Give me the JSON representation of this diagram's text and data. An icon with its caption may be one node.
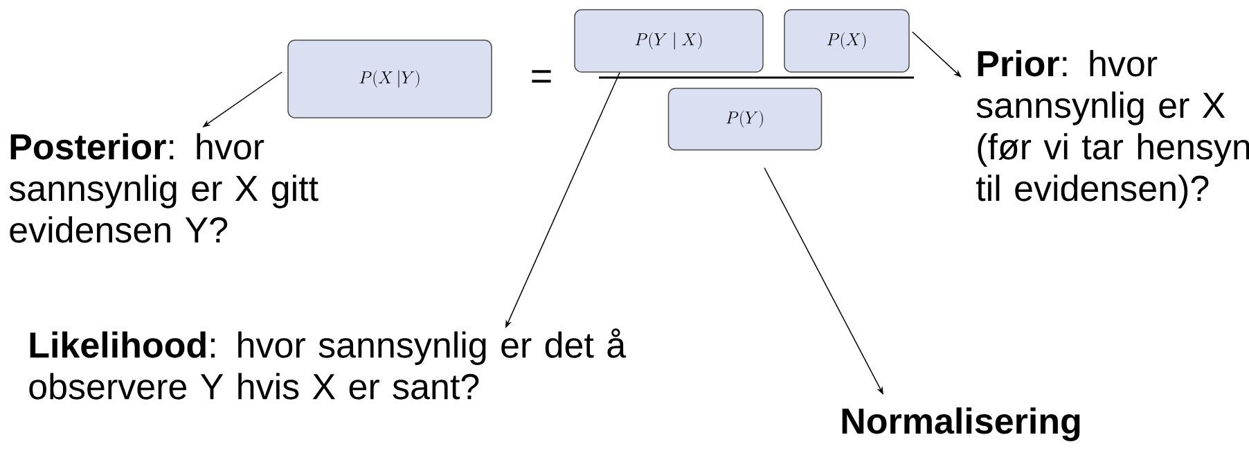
{
  "diagram": {
    "nodes": [
      {
        "text": [
          "P(X\\,|Y)"
        ]
      },
      {
        "text": [
          "P(Y\\mid X)"
        ]
      },
      {
        "text": [
          "P(X)"
        ]
      },
      {
        "text": [
          "P(Y)"
        ]
      },
      {
        "text": [
          "**Posterior**: hvor sannsynlig er X gitt evidensen Y?"
        ]
      },
      {
        "text": [
          "**Prior**: hvor sannsynlig er X (før vi tar hensyn til evidensen)?"
        ]
      },
      {
        "text": [
          "**Likelihood**: hvor sannsynlig er det å observere Y hvis X er sant?"
        ]
      },
      {
        "text": [
          "Normalisering"
        ]
      }
    ],
    "edges": [
      {
        "from": 0,
        "to": 4,
        "arrow": "to"
      },
      {
        "from": 1,
        "to": 6,
        "arrow": "to"
      },
      {
        "from": 2,
        "to": 5,
        "arrow": "to"
      },
      {
        "from": 3,
        "to": 7,
        "arrow": "to"
      }
    ],
    "labels": [
      "="
    ]
  }
}
